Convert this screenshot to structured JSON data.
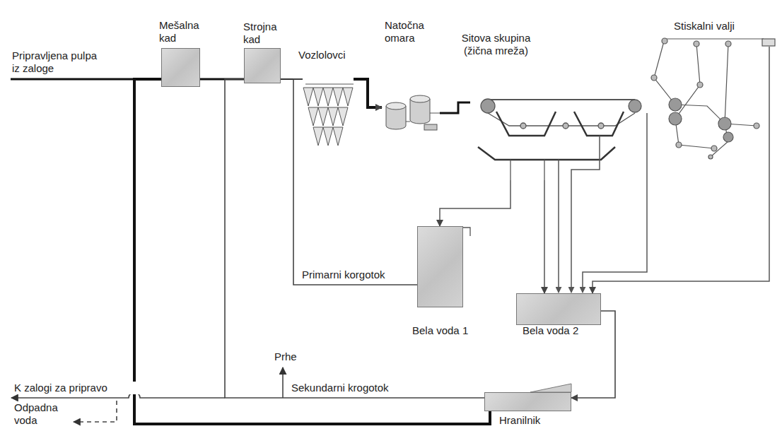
{
  "diagram": {
    "nodes": [
      {
        "text": [
          "Mešalna kad"
        ]
      },
      {
        "text": [
          "Strojna kad"
        ]
      },
      {
        "text": [
          "Vozlolovci"
        ]
      },
      {
        "text": [
          "Natočna omara"
        ]
      },
      {
        "text": [
          "Sitova skupina (žična mreža)"
        ]
      },
      {
        "text": [
          "Stiskalni valji"
        ]
      },
      {
        "text": [
          "Bela voda 1"
        ]
      },
      {
        "text": [
          "Bela voda 2"
        ]
      },
      {
        "text": [
          "Hranilnik"
        ]
      }
    ],
    "edges": [
      {
        "from": 0,
        "to": 1,
        "arrow": "none"
      },
      {
        "from": 1,
        "to": 2,
        "arrow": "none"
      },
      {
        "from": 2,
        "to": 3,
        "arrow": "to"
      },
      {
        "from": 3,
        "to": 4,
        "arrow": "none"
      },
      {
        "from": 4,
        "to": 6,
        "arrow": "to"
      },
      {
        "from": 4,
        "to": 7,
        "arrow": "to"
      },
      {
        "from": 5,
        "to": 7,
        "arrow": "to"
      },
      {
        "from": 7,
        "to": 8,
        "arrow": "to"
      },
      {
        "from": 8,
        "to": 1,
        "label": "Sekundarni krogotok",
        "arrow": "none"
      },
      {
        "from": 8,
        "to": 0,
        "arrow": "none"
      },
      {
        "from": 6,
        "to": 2,
        "label": "Primarni korgotok",
        "arrow": "none"
      }
    ],
    "labels": [
      "Pripravljena pulpa iz zaloge",
      "Prhe",
      "K zalogi za pripravo",
      "Odpadna voda"
    ]
  }
}
